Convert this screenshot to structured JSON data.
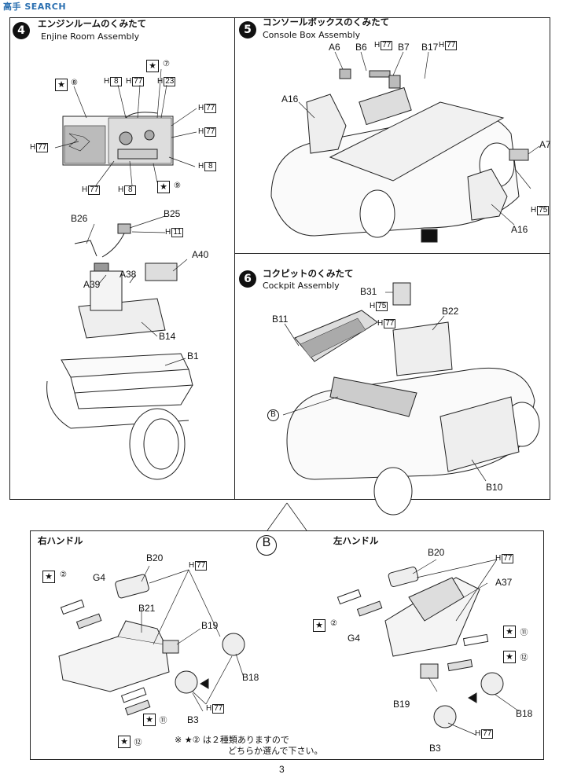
{
  "watermark": "高手 SEARCH",
  "steps": [
    {
      "num": "4",
      "title": "エンジンルームのくみたて",
      "subtitle": "Enjine Room Assembly"
    },
    {
      "num": "5",
      "title": "コンソールボックスのくみたて",
      "subtitle": "Console Box Assembly"
    },
    {
      "num": "6",
      "title": "コクピットのくみたて",
      "subtitle": "Cockpit Assembly"
    }
  ],
  "step4": {
    "star8": "⑧",
    "star7": "⑦",
    "star9": "⑨",
    "h8a": "8",
    "h77a": "77",
    "h23": "23",
    "h77b": "77",
    "h77c": "77",
    "h77d": "77",
    "h8b": "8",
    "h77e": "77",
    "h8c": "8",
    "B26": "B26",
    "B25": "B25",
    "h11": "11",
    "A40": "A40",
    "A39": "A39",
    "A38": "A38",
    "B14": "B14",
    "B1": "B1"
  },
  "step5": {
    "A6": "A6",
    "B6": "B6",
    "h77a": "77",
    "B7": "B7",
    "B17": "B17",
    "h77b": "77",
    "A16a": "A16",
    "A7": "A7",
    "h75": "75",
    "A16b": "A16"
  },
  "step6": {
    "B31": "B31",
    "h75": "75",
    "h77": "77",
    "B11": "B11",
    "B22": "B22",
    "Bref": "B",
    "B10": "B10"
  },
  "subB": {
    "badge": "B",
    "right_title": "右ハンドル",
    "left_title": "左ハンドル",
    "right": {
      "star2": "②",
      "G4": "G4",
      "B20": "B20",
      "h77a": "77",
      "B21": "B21",
      "B19": "B19",
      "B18": "B18",
      "star11": "⑪",
      "star12": "⑫",
      "B3": "B3",
      "h77b": "77"
    },
    "left": {
      "B20": "B20",
      "h77a": "77",
      "A37": "A37",
      "star2": "②",
      "G4": "G4",
      "star11": "⑪",
      "star12": "⑫",
      "B19": "B19",
      "B18": "B18",
      "B3": "B3",
      "h77b": "77"
    },
    "note_line1": "※ ★② は２種類ありますので",
    "note_line2": "どちらか選んで下さい。"
  },
  "page_number": "3"
}
